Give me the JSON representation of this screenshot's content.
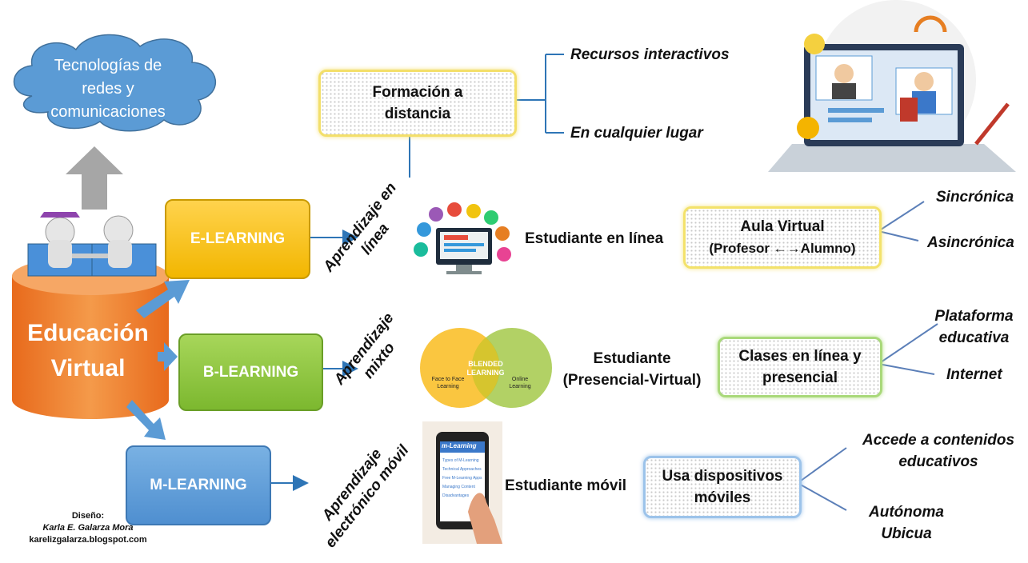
{
  "cloud": {
    "text_lines": [
      "Tecnologías de",
      "redes y",
      "comunicaciones"
    ]
  },
  "center": {
    "line1": "Educación",
    "line2": "Virtual"
  },
  "learning_boxes": {
    "e": "E-LEARNING",
    "b": "B-LEARNING",
    "m": "M-LEARNING"
  },
  "rotated_labels": {
    "e": [
      "Aprendizaje en",
      "línea"
    ],
    "b": [
      "Aprendizaje",
      "mixto"
    ],
    "m": [
      "Aprendizaje",
      "electrónico móvil"
    ]
  },
  "formacion": {
    "line1": "Formación a",
    "line2": "distancia",
    "branches": [
      "Recursos interactivos",
      "En cualquier lugar"
    ]
  },
  "estudiantes": {
    "e": "Estudiante en línea",
    "b_line1": "Estudiante",
    "b_line2": "(Presencial-Virtual)",
    "m": "Estudiante móvil"
  },
  "modalities": {
    "e": {
      "line1": "Aula Virtual",
      "line2": "(Profesor ←→Alumno)",
      "branches": [
        "Sincrónica",
        "Asincrónica"
      ]
    },
    "b": {
      "line1": "Clases en línea y",
      "line2": "presencial",
      "branches_1a": "Plataforma",
      "branches_1b": "educativa",
      "branches_2": "Internet"
    },
    "m": {
      "line1": "Usa dispositivos",
      "line2": "móviles",
      "branch1a": "Accede a contenidos",
      "branch1b": "educativos",
      "branch2a": "Autónoma",
      "branch2b": "Ubicua"
    }
  },
  "blended": {
    "left": [
      "Face to Face",
      "Learning"
    ],
    "center": [
      "BLENDED",
      "LEARNING"
    ],
    "right": [
      "Online",
      "Learning"
    ]
  },
  "phone": {
    "title": "m-Learning",
    "items": [
      "Types of M-Learning",
      "Technical Approaches",
      "Free M-Learning Apps",
      "Managing Content",
      "Disadvantages"
    ]
  },
  "credit": {
    "line1": "Diseño:",
    "line2": "Karla E. Galarza Mora",
    "line3": "karelizgalarza.blogspot.com"
  },
  "colors": {
    "orange": "#f07a2a",
    "yellow": "#f5c100",
    "green": "#8dc63f",
    "blue": "#5b9bd5",
    "connector": "#2e75b6"
  }
}
